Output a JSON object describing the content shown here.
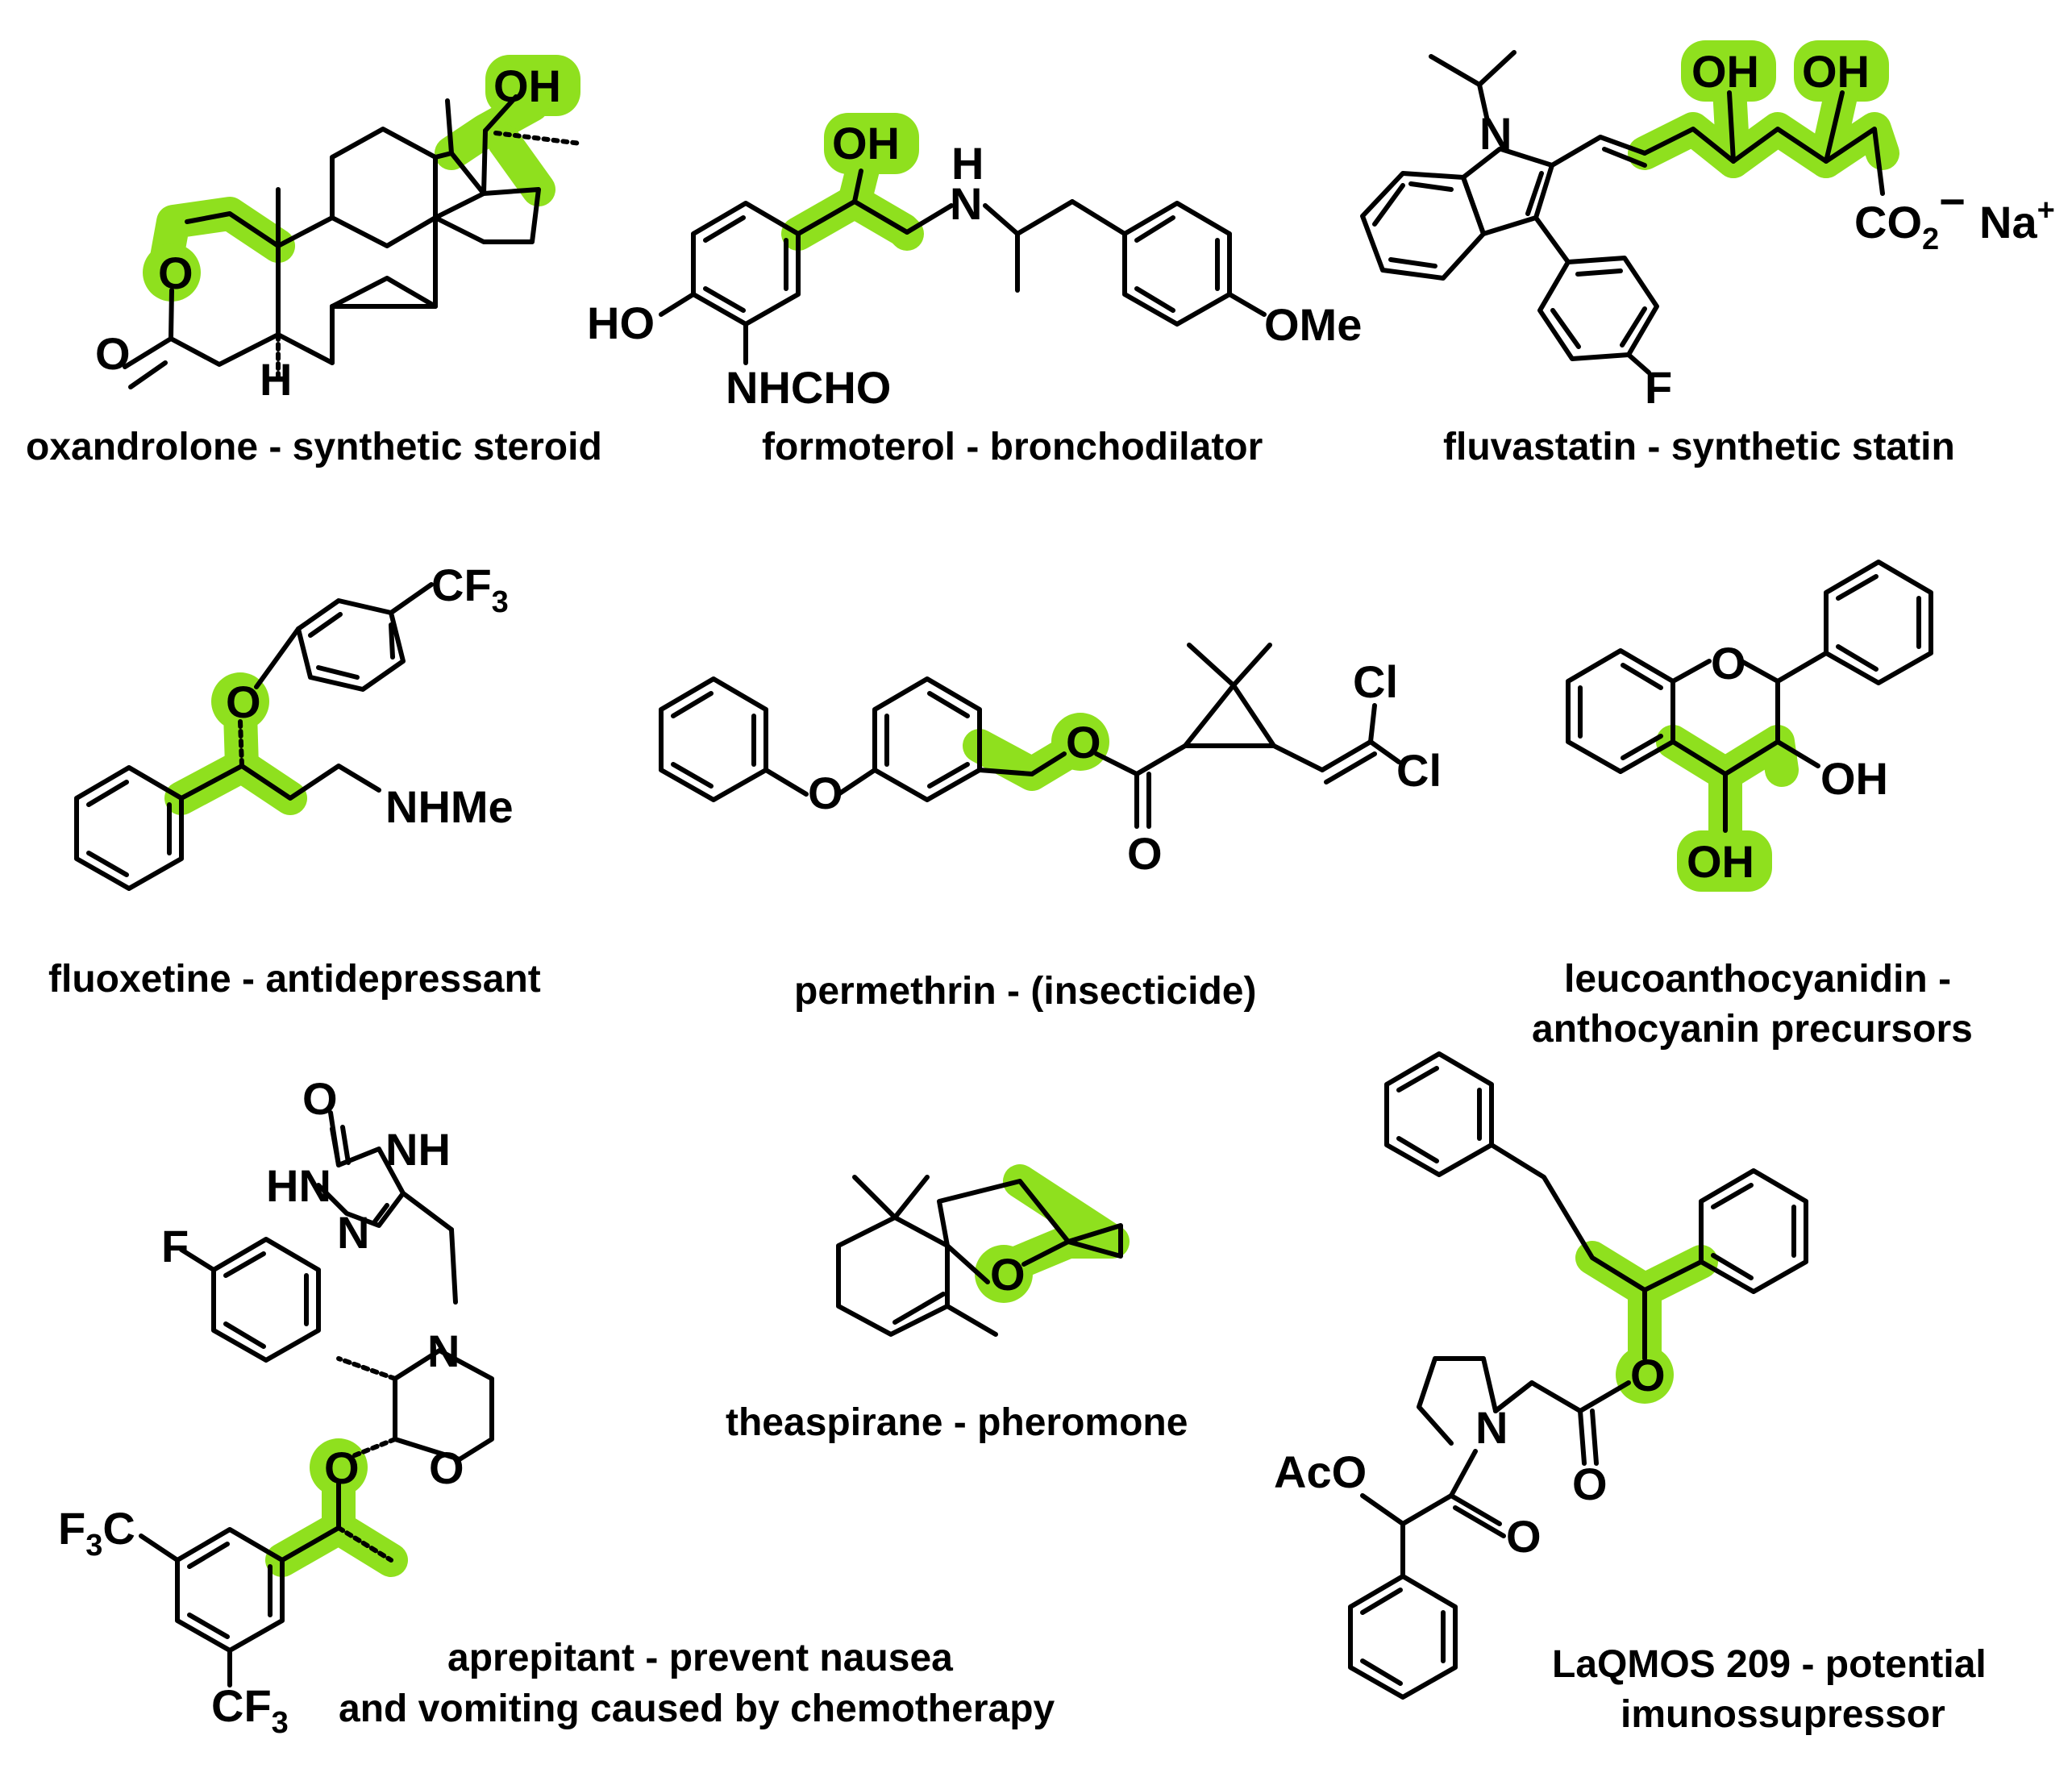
{
  "highlight_color": "#8fe01e",
  "molecules": [
    {
      "caption": "oxandrolone - synthetic steroid",
      "labels": {
        "oh": "OH",
        "o_ring": "O",
        "o_keto": "O",
        "h": "H"
      }
    },
    {
      "caption": "formoterol - bronchodilator",
      "labels": {
        "oh": "OH",
        "nh_h": "H",
        "nh_n": "N",
        "ho": "HO",
        "nhcho": "NHCHO",
        "ome": "OMe"
      }
    },
    {
      "caption": "fluvastatin - synthetic statin",
      "labels": {
        "n": "N",
        "oh1": "OH",
        "oh2": "OH",
        "co2": "CO",
        "co2_sub": "2",
        "co2_charge": "−",
        "na": "Na",
        "na_charge": "+",
        "f": "F"
      }
    },
    {
      "caption": "fluoxetine - antidepressant",
      "labels": {
        "cf3": "CF",
        "cf3_sub": "3",
        "o": "O",
        "nhme": "NHMe"
      }
    },
    {
      "caption": "permethrin - (insecticide)",
      "labels": {
        "o_ether": "O",
        "o_ester": "O",
        "o_carbonyl": "O",
        "cl1": "Cl",
        "cl2": "Cl"
      }
    },
    {
      "caption_lines": [
        "leucoanthocyanidin -",
        "anthocyanin precursors"
      ],
      "labels": {
        "o_ring": "O",
        "oh1": "OH",
        "oh2": "OH"
      }
    },
    {
      "caption_lines": [
        "aprepitant - prevent nausea",
        "and vomiting caused by chemotherapy"
      ],
      "labels": {
        "o_keto": "O",
        "nh": "NH",
        "hn": "HN",
        "n_tri": "N",
        "f": "F",
        "n_morph": "N",
        "o_morph": "O",
        "o_ether": "O",
        "f3c": "F",
        "f3c_sub": "3",
        "f3c_c": "C",
        "cf3": "CF",
        "cf3_sub": "3"
      }
    },
    {
      "caption": "theaspirane - pheromone",
      "labels": {
        "o": "O"
      }
    },
    {
      "caption_lines": [
        "LaQMOS 209 - potential",
        "imunossupressor"
      ],
      "labels": {
        "n": "N",
        "o_ester": "O",
        "o_carbonyl1": "O",
        "o_carbonyl2": "O",
        "aco": "AcO"
      }
    }
  ]
}
